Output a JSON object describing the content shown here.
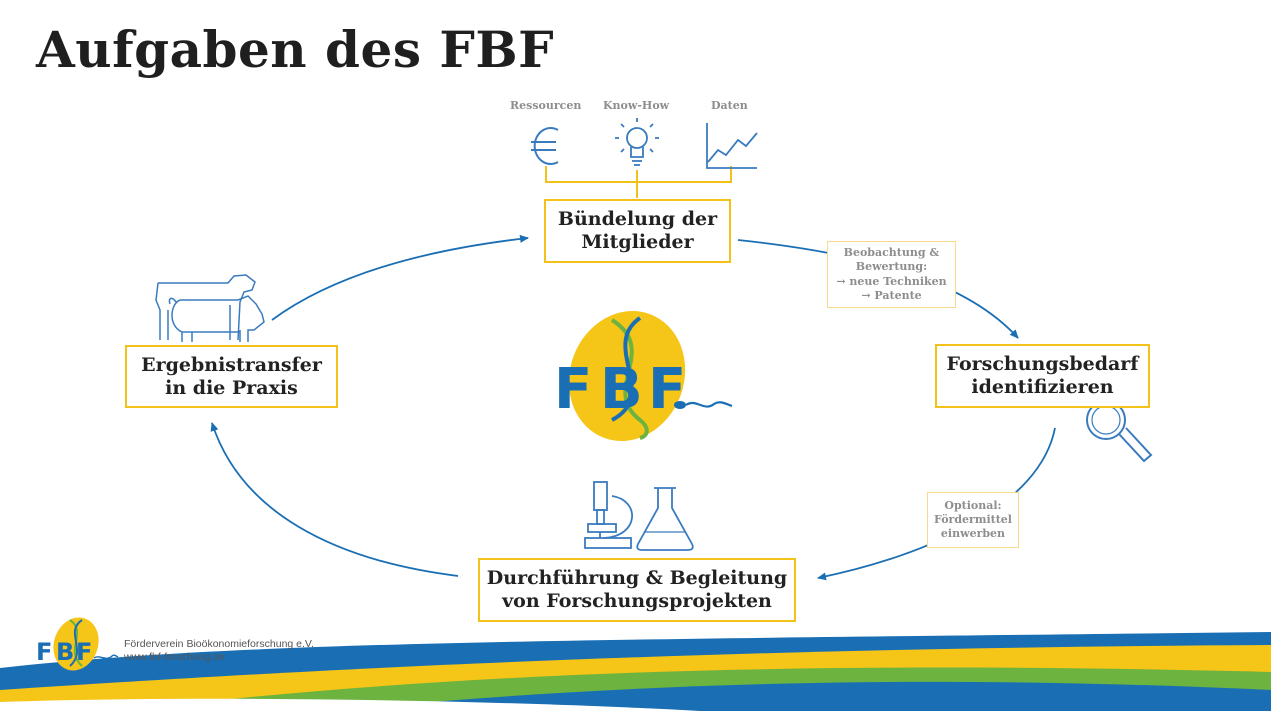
{
  "slide": {
    "title": "Aufgaben des FBF"
  },
  "resources": {
    "items": [
      {
        "label": "Ressourcen",
        "icon": "euro-icon"
      },
      {
        "label": "Know-How",
        "icon": "lightbulb-icon"
      },
      {
        "label": "Daten",
        "icon": "line-chart-icon"
      }
    ]
  },
  "cycle": {
    "top": {
      "line1": "Bündelung der",
      "line2": "Mitglieder"
    },
    "right": {
      "line1": "Forschungsbedarf",
      "line2": "identifizieren"
    },
    "bottom": {
      "line1": "Durchführung & Begleitung",
      "line2": "von Forschungsprojekten"
    },
    "left": {
      "line1": "Ergebnistransfer",
      "line2": "in die Praxis"
    }
  },
  "notes": {
    "observation": {
      "line1": "Beobachtung &",
      "line2": "Bewertung:",
      "line3": "→ neue Techniken",
      "line4": "→ Patente"
    },
    "optional": {
      "line1": "Optional:",
      "line2": "Fördermittel",
      "line3": "einwerben"
    }
  },
  "logo": {
    "letters": [
      "F",
      "B",
      "F"
    ]
  },
  "footer": {
    "org_name": "Förderverein Bioökonomieforschung e.V.",
    "website": "www.fbf-forschung.de"
  },
  "colors": {
    "brand_blue": "#1a6fb4",
    "brand_yellow": "#f5c518",
    "brand_green": "#6cb33f",
    "icon_blue": "#3a7bbf"
  }
}
